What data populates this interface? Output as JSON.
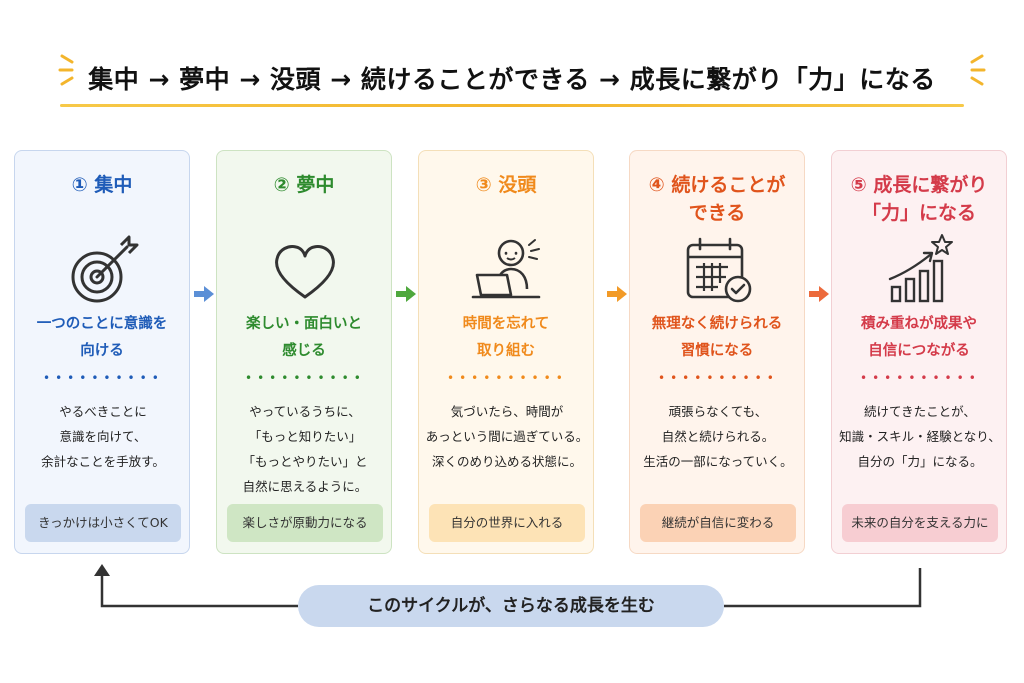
{
  "title": "集中 → 夢中 → 没頭 → 続けることができる → 成長に繋がり「力」になる",
  "colors": {
    "blue": "#1f5cb8",
    "green": "#2e8b2e",
    "orange": "#f08a1c",
    "deep_orange": "#e0541c",
    "red": "#d43b4a",
    "title_accent": "#f3b52c"
  },
  "cards": [
    {
      "title": "① 集中",
      "icon": "target-icon",
      "subtitle_lines": [
        "一つのことに意識を",
        "向ける"
      ],
      "desc_lines": [
        "やるべきことに",
        "意識を向けて、",
        "余計なことを手放す。"
      ],
      "badge": "きっかけは小さくてOK"
    },
    {
      "title": "② 夢中",
      "icon": "heart-icon",
      "subtitle_lines": [
        "楽しい・面白いと",
        "感じる"
      ],
      "desc_lines": [
        "やっているうちに、",
        "「もっと知りたい」",
        "「もっとやりたい」と",
        "自然に思えるように。"
      ],
      "badge": "楽しさが原動力になる"
    },
    {
      "title": "③ 没頭",
      "icon": "person-laptop-icon",
      "subtitle_lines": [
        "時間を忘れて",
        "取り組む"
      ],
      "desc_lines": [
        "気づいたら、時間が",
        "あっという間に過ぎている。",
        "深くのめり込める状態に。"
      ],
      "badge": "自分の世界に入れる"
    },
    {
      "title_lines": [
        "④ 続けることが",
        "できる"
      ],
      "icon": "calendar-check-icon",
      "subtitle_lines": [
        "無理なく続けられる",
        "習慣になる"
      ],
      "desc_lines": [
        "頑張らなくても、",
        "自然と続けられる。",
        "生活の一部になっていく。"
      ],
      "badge": "継続が自信に変わる"
    },
    {
      "title_lines": [
        "⑤ 成長に繋がり",
        "「力」になる"
      ],
      "icon": "growth-chart-icon",
      "subtitle_lines": [
        "積み重ねが成果や",
        "自信につながる"
      ],
      "desc_lines": [
        "続けてきたことが、",
        "知識・スキル・経験となり、",
        "自分の「力」になる。"
      ],
      "badge": "未来の自分を支える力に"
    }
  ],
  "cycle_label": "このサイクルが、さらなる成長を生む"
}
